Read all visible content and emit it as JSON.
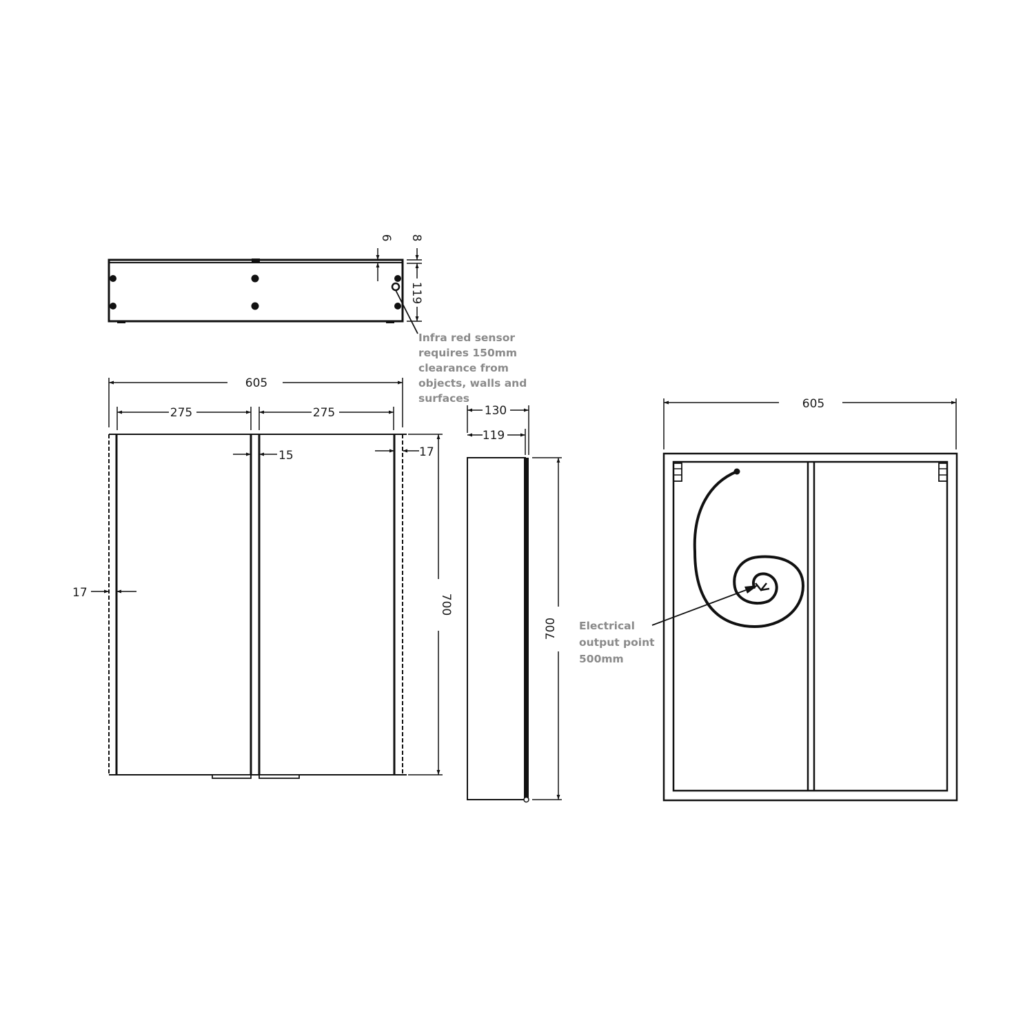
{
  "drawing": {
    "title": "Double door mirror cabinet technical drawing",
    "units": "mm",
    "colors": {
      "line": "#111111",
      "note_text": "#8a8a8a",
      "background": "#ffffff"
    }
  },
  "top_view": {
    "dims": {
      "door_thickness_front": "6",
      "door_thickness": "8",
      "depth": "119"
    },
    "sensor_note": {
      "lines": [
        "Infra red sensor",
        "requires 150mm",
        "clearance from",
        "objects, walls and",
        "surfaces"
      ]
    }
  },
  "front_view": {
    "dims": {
      "overall_width": "605",
      "left_door_width": "275",
      "right_door_width": "275",
      "center_gap": "15",
      "right_edge": "17",
      "left_edge": "17",
      "height": "700"
    }
  },
  "side_view": {
    "dims": {
      "overall_depth": "130",
      "body_depth": "119",
      "height": "700"
    }
  },
  "back_view": {
    "dims": {
      "overall_width": "605"
    },
    "cable_note": {
      "lines": [
        "Electrical",
        "output point",
        "500mm"
      ]
    }
  }
}
